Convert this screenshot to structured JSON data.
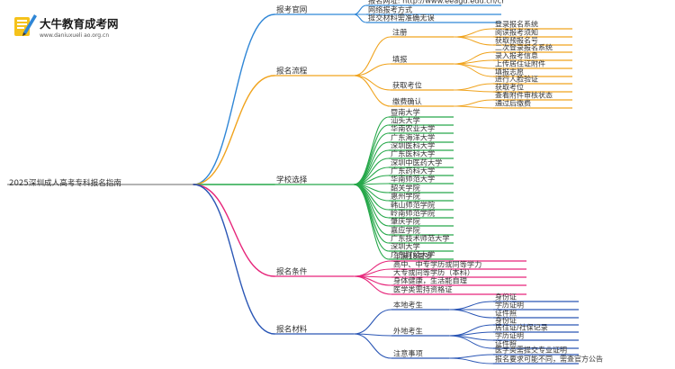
{
  "logo": {
    "title": "大牛教育成考网",
    "url": "www.daniuxueli ao.org.cn"
  },
  "root": "2025深圳成人高考专科报名指南",
  "colors": {
    "root_line": "#888888",
    "blue": "#2f86d6",
    "orange": "#f0a31d",
    "green": "#26a84a",
    "pink": "#e6257a",
    "darkblue": "#2a56b5"
  },
  "branches": [
    {
      "label": "报考官网",
      "color": "blue",
      "children": [
        {
          "label": "报名网址: http://www.eeagd.edu.cn/cr"
        },
        {
          "label": "网络报考方式"
        },
        {
          "label": "提交材料需准确无误"
        }
      ]
    },
    {
      "label": "报名流程",
      "color": "orange",
      "children": [
        {
          "label": "注册",
          "children": [
            "登录报名系统",
            "阅读报考须知",
            "获取预报名号"
          ]
        },
        {
          "label": "填报",
          "children": [
            "二次登录报名系统",
            "录入报考信息",
            "上传居住证附件",
            "填报志愿"
          ]
        },
        {
          "label": "获取考位",
          "children": [
            "进行人脸验证",
            "获取考位"
          ]
        },
        {
          "label": "缴费确认",
          "children": [
            "查看附件审核状态",
            "通过后缴费"
          ]
        }
      ]
    },
    {
      "label": "学校选择",
      "color": "green",
      "children": [
        {
          "label": "暨南大学"
        },
        {
          "label": "汕头大学"
        },
        {
          "label": "华南农业大学"
        },
        {
          "label": "广东海洋大学"
        },
        {
          "label": "深圳医科大学"
        },
        {
          "label": "广东医科大学"
        },
        {
          "label": "深圳中医药大学"
        },
        {
          "label": "广东药科大学"
        },
        {
          "label": "华南师范大学"
        },
        {
          "label": "韶关学院"
        },
        {
          "label": "惠州学院"
        },
        {
          "label": "韩山师范学院"
        },
        {
          "label": "岭南师范学院"
        },
        {
          "label": "肇庆学院"
        },
        {
          "label": "嘉应学院"
        },
        {
          "label": "广东技术师范大学"
        },
        {
          "label": "深圳大学"
        },
        {
          "label": "广东财经大学"
        }
      ]
    },
    {
      "label": "报名条件",
      "color": "pink",
      "children": [
        {
          "label": "年满18周岁"
        },
        {
          "label": "高中、中专学历或同等学力"
        },
        {
          "label": "大专或同等学历（本科）"
        },
        {
          "label": "身体健康，生活能自理"
        },
        {
          "label": "医学类需持资格证"
        }
      ]
    },
    {
      "label": "报名材料",
      "color": "darkblue",
      "children": [
        {
          "label": "本地考生",
          "children": [
            "身份证",
            "学历证明",
            "证件照"
          ]
        },
        {
          "label": "外地考生",
          "children": [
            "身份证",
            "居住证/社保记录",
            "学历证明",
            "证件照"
          ]
        },
        {
          "label": "注意事项",
          "children": [
            "医学类需提交专业证明",
            "报名要求可能不同，需查官方公告"
          ]
        }
      ]
    }
  ]
}
